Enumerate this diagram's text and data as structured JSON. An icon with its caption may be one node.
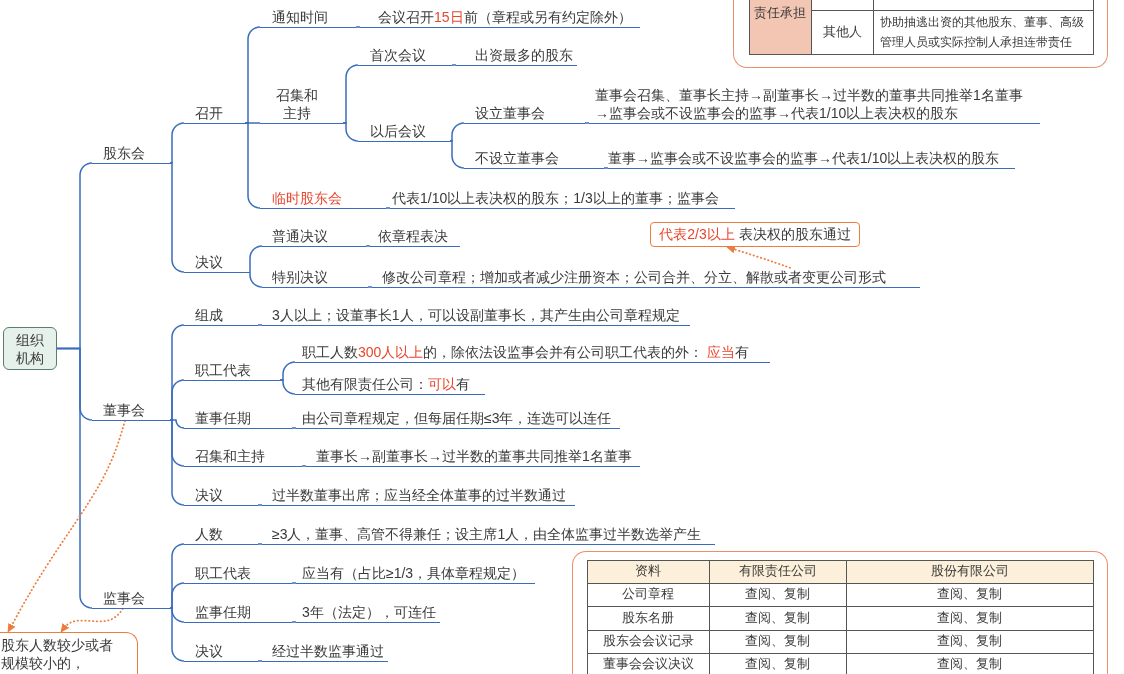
{
  "diagram": {
    "nodes": [
      {
        "text": [
          "组织机构"
        ]
      },
      {
        "text": [
          "股东会"
        ]
      },
      {
        "text": [
          "召开"
        ]
      },
      {
        "text": [
          "通知时间"
        ]
      },
      {
        "text": [
          "会议召开**15日**前（章程或另有约定除外）"
        ]
      },
      {
        "text": [
          "召集和主持"
        ]
      },
      {
        "text": [
          "首次会议"
        ]
      },
      {
        "text": [
          "出资最多的股东"
        ]
      },
      {
        "text": [
          "以后会议"
        ]
      },
      {
        "text": [
          "设立董事会"
        ]
      },
      {
        "text": [
          "董事会召集、董事长主持→副董事长→过半数的董事共同推举1名董事→监事会或不设监事会的监事→代表1/10以上表决权的股东"
        ]
      },
      {
        "text": [
          "不设立董事会"
        ]
      },
      {
        "text": [
          "董事→监事会或不设监事会的监事→代表1/10以上表决权的股东"
        ]
      },
      {
        "text": [
          "临时股东会"
        ]
      },
      {
        "text": [
          "代表1/10以上表决权的股东；1/3以上的董事；监事会"
        ]
      },
      {
        "text": [
          "决议"
        ]
      },
      {
        "text": [
          "普通决议"
        ]
      },
      {
        "text": [
          "依章程表决"
        ]
      },
      {
        "text": [
          "特别决议"
        ]
      },
      {
        "text": [
          "修改公司章程；增加或者减少注册资本；公司合并、分立、解散或者变更公司形式"
        ]
      },
      {
        "text": [
          "**代表2/3以上** 表决权的股东通过"
        ]
      },
      {
        "text": [
          "董事会"
        ]
      },
      {
        "text": [
          "组成"
        ]
      },
      {
        "text": [
          "3人以上；设董事长1人，可以设副董事长，其产生由公司章程规定"
        ]
      },
      {
        "text": [
          "职工代表"
        ]
      },
      {
        "text": [
          "职工人数**300人以上**的，除依法设监事会并有公司职工代表的外： **应当**有"
        ]
      },
      {
        "text": [
          "其他有限责任公司：**可以**有"
        ]
      },
      {
        "text": [
          "董事任期"
        ]
      },
      {
        "text": [
          "由公司章程规定，但每届任期≤3年，连选可以连任"
        ]
      },
      {
        "text": [
          "召集和主持"
        ]
      },
      {
        "text": [
          "董事长→副董事长→过半数的董事共同推举1名董事"
        ]
      },
      {
        "text": [
          "决议"
        ]
      },
      {
        "text": [
          "过半数董事出席；应当经全体董事的过半数通过"
        ]
      },
      {
        "text": [
          "监事会"
        ]
      },
      {
        "text": [
          "人数"
        ]
      },
      {
        "text": [
          "≥3人，董事、高管不得兼任；设主席1人，由全体监事过半数选举产生"
        ]
      },
      {
        "text": [
          "职工代表"
        ]
      },
      {
        "text": [
          "应当有（占比≥1/3，具体章程规定）"
        ]
      },
      {
        "text": [
          "监事任期"
        ]
      },
      {
        "text": [
          "3年（法定），可连任"
        ]
      },
      {
        "text": [
          "决议"
        ]
      },
      {
        "text": [
          "经过半数监事通过"
        ]
      },
      {
        "text": [
          "股东人数较少或者规模较小的，"
        ]
      }
    ],
    "edges": [
      {
        "from": 0,
        "to": 1,
        "arrow": "none"
      },
      {
        "from": 0,
        "to": 21,
        "arrow": "none"
      },
      {
        "from": 0,
        "to": 33,
        "arrow": "none"
      },
      {
        "from": 1,
        "to": 2,
        "arrow": "none"
      },
      {
        "from": 1,
        "to": 15,
        "arrow": "none"
      },
      {
        "from": 2,
        "to": 3,
        "arrow": "none"
      },
      {
        "from": 2,
        "to": 5,
        "arrow": "none"
      },
      {
        "from": 2,
        "to": 13,
        "arrow": "none"
      },
      {
        "from": 3,
        "to": 4,
        "arrow": "none"
      },
      {
        "from": 5,
        "to": 6,
        "arrow": "none"
      },
      {
        "from": 5,
        "to": 8,
        "arrow": "none"
      },
      {
        "from": 6,
        "to": 7,
        "arrow": "none"
      },
      {
        "from": 8,
        "to": 9,
        "arrow": "none"
      },
      {
        "from": 8,
        "to": 11,
        "arrow": "none"
      },
      {
        "from": 9,
        "to": 10,
        "arrow": "none"
      },
      {
        "from": 11,
        "to": 12,
        "arrow": "none"
      },
      {
        "from": 13,
        "to": 14,
        "arrow": "none"
      },
      {
        "from": 15,
        "to": 16,
        "arrow": "none"
      },
      {
        "from": 15,
        "to": 18,
        "arrow": "none"
      },
      {
        "from": 16,
        "to": 17,
        "arrow": "none"
      },
      {
        "from": 18,
        "to": 19,
        "arrow": "none"
      },
      {
        "from": 19,
        "to": 20,
        "arrow": "to",
        "style": "dashed",
        "color": "#ee7c3c"
      },
      {
        "from": 21,
        "to": 22,
        "arrow": "none"
      },
      {
        "from": 21,
        "to": 24,
        "arrow": "none"
      },
      {
        "from": 21,
        "to": 27,
        "arrow": "none"
      },
      {
        "from": 21,
        "to": 29,
        "arrow": "none"
      },
      {
        "from": 21,
        "to": 31,
        "arrow": "none"
      },
      {
        "from": 22,
        "to": 23,
        "arrow": "none"
      },
      {
        "from": 24,
        "to": 25,
        "arrow": "none"
      },
      {
        "from": 24,
        "to": 26,
        "arrow": "none"
      },
      {
        "from": 27,
        "to": 28,
        "arrow": "none"
      },
      {
        "from": 29,
        "to": 30,
        "arrow": "none"
      },
      {
        "from": 31,
        "to": 32,
        "arrow": "none"
      },
      {
        "from": 21,
        "to": 42,
        "arrow": "to",
        "style": "dashed",
        "color": "#ee7c3c"
      },
      {
        "from": 33,
        "to": 34,
        "arrow": "none"
      },
      {
        "from": 33,
        "to": 36,
        "arrow": "none"
      },
      {
        "from": 33,
        "to": 38,
        "arrow": "none"
      },
      {
        "from": 33,
        "to": 40,
        "arrow": "none"
      },
      {
        "from": 34,
        "to": 35,
        "arrow": "none"
      },
      {
        "from": 36,
        "to": 37,
        "arrow": "none"
      },
      {
        "from": 38,
        "to": 39,
        "arrow": "none"
      },
      {
        "from": 40,
        "to": 41,
        "arrow": "none"
      },
      {
        "from": 33,
        "to": 42,
        "arrow": "to",
        "style": "dashed",
        "color": "#ee7c3c"
      }
    ],
    "labels": [
      "责任承担",
      "其他人",
      "协助抽逃出资的其他股东、董事、高级管理人员或实际控制人承担连带责任",
      "资料",
      "有限责任公司",
      "股份有限公司",
      "公司章程",
      "查阅、复制",
      "查阅、复制",
      "股东名册",
      "查阅、复制",
      "查阅、复制",
      "股东会会议记录",
      "查阅、复制",
      "查阅、复制",
      "董事会会议决议",
      "查阅、复制",
      "查阅、复制"
    ]
  }
}
